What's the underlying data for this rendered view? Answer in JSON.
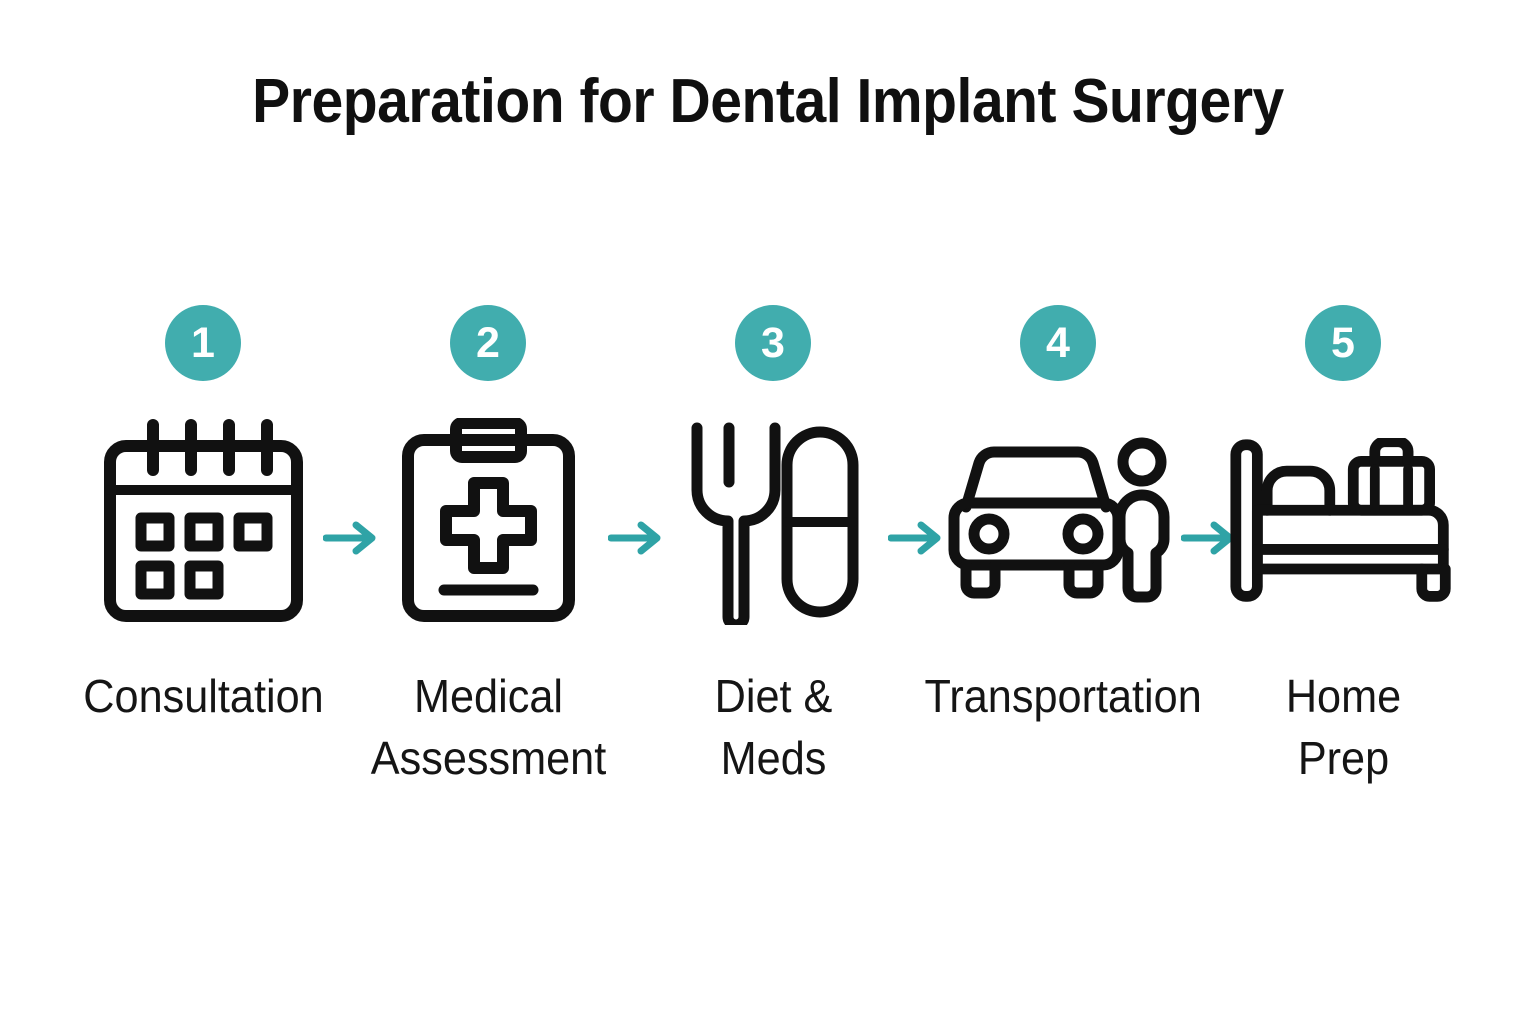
{
  "title": "Preparation for Dental Implant Surgery",
  "colors": {
    "accent": "#41ADAE",
    "stroke": "#111111",
    "background": "#FFFFFF",
    "badge_text": "#FFFFFF",
    "label_text": "#151515"
  },
  "steps": [
    {
      "number": "1",
      "icon": "calendar-icon",
      "label_lines": [
        "Consultation"
      ],
      "label_line_1": "Consultation",
      "label_line_2": ""
    },
    {
      "number": "2",
      "icon": "medical-clipboard-icon",
      "label_lines": [
        "Medical",
        "Assessment"
      ],
      "label_line_1": "Medical",
      "label_line_2": "Assessment"
    },
    {
      "number": "3",
      "icon": "fork-and-pill-icon",
      "label_lines": [
        "Diet &",
        "Meds"
      ],
      "label_line_1": "Diet &",
      "label_line_2": "Meds"
    },
    {
      "number": "4",
      "icon": "car-and-person-icon",
      "label_lines": [
        "Transportation"
      ],
      "label_line_1": "Transportation",
      "label_line_2": ""
    },
    {
      "number": "5",
      "icon": "bed-and-suitcase-icon",
      "label_lines": [
        "Home",
        "Prep"
      ],
      "label_line_1": "Home",
      "label_line_2": "Prep"
    }
  ],
  "connectors": [
    {
      "name": "arrow-1-to-2"
    },
    {
      "name": "arrow-2-to-3"
    },
    {
      "name": "arrow-3-to-4"
    },
    {
      "name": "arrow-4-to-5"
    }
  ]
}
